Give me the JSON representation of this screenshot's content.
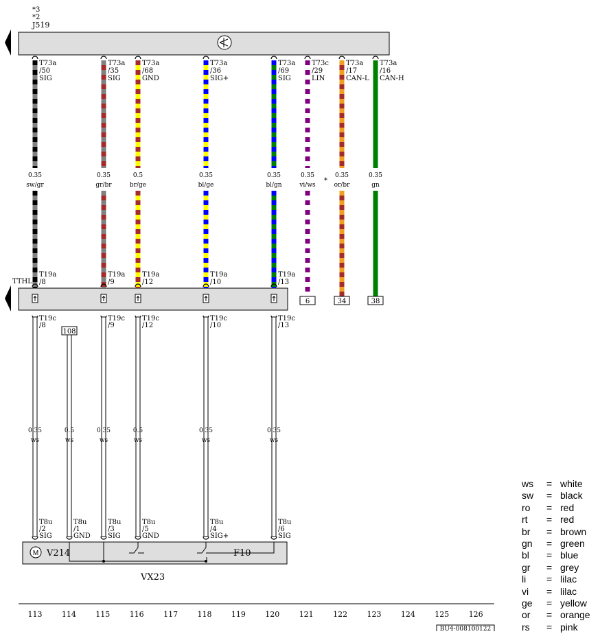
{
  "header": {
    "star3": "*3",
    "star2": "*2",
    "component": "J519"
  },
  "wires": [
    {
      "top_conn": [
        "T73a",
        "/50",
        "SIG"
      ],
      "gauge": "0.35",
      "color": "sw/gr",
      "c1": "#000000",
      "c2": "#808080",
      "bot_conn": [
        "T19a",
        "/8"
      ],
      "low_conn": [
        "T19c",
        "/8"
      ],
      "low_gauge": "0.35",
      "low_color": "ws",
      "end_conn": [
        "T8u",
        "/2",
        "SIG"
      ]
    },
    {
      "top_conn": [
        "T73a",
        "/35",
        "SIG"
      ],
      "gauge": "0.35",
      "color": "gr/br",
      "c1": "#808080",
      "c2": "#a52a2a",
      "bot_conn": [
        "T19a",
        "/9"
      ],
      "low_conn": [
        "T19c",
        "/9"
      ],
      "low_gauge": "0.35",
      "low_color": "ws",
      "end_conn": [
        "T8u",
        "/3",
        "SIG"
      ]
    },
    {
      "top_conn": [
        "T73a",
        "/68",
        "GND"
      ],
      "gauge": "0.5",
      "color": "br/ge",
      "c1": "#a52a2a",
      "c2": "#ffff00",
      "bot_conn": [
        "T19a",
        "/12"
      ],
      "low_conn": [
        "T19c",
        "/12"
      ],
      "low_gauge": "0.5",
      "low_color": "ws",
      "end_conn": [
        "T8u",
        "/5",
        "GND"
      ]
    },
    {
      "top_conn": [
        "T73a",
        "/36",
        "SIG+"
      ],
      "gauge": "0.35",
      "color": "bl/ge",
      "c1": "#0000ff",
      "c2": "#ffff00",
      "bot_conn": [
        "T19a",
        "/10"
      ],
      "low_conn": [
        "T19c",
        "/10"
      ],
      "low_gauge": "0.35",
      "low_color": "ws",
      "end_conn": [
        "T8u",
        "/4",
        "SIG+"
      ]
    },
    {
      "top_conn": [
        "T73a",
        "/69",
        "SIG"
      ],
      "gauge": "0.35",
      "color": "bl/gn",
      "c1": "#0000ff",
      "c2": "#008000",
      "bot_conn": [
        "T19a",
        "/13"
      ],
      "low_conn": [
        "T19c",
        "/13"
      ],
      "low_gauge": "0.35",
      "low_color": "ws",
      "end_conn": [
        "T8u",
        "/6",
        "SIG"
      ]
    },
    {
      "top_conn": [
        "T73c",
        "/29",
        "LIN"
      ],
      "gauge": "0.35",
      "color": "vi/ws",
      "c1": "#800080",
      "c2": "#ffffff",
      "ref": "6"
    },
    {
      "top_conn": [
        "T73a",
        "/17",
        "CAN-L"
      ],
      "gauge": "0.35",
      "color": "or/br",
      "c1": "#f0a020",
      "c2": "#a52a2a",
      "ref": "34"
    },
    {
      "top_conn": [
        "T73a",
        "/16",
        "CAN-H"
      ],
      "gauge": "0.35",
      "color": "gn",
      "c1": "#008000",
      "c2": "#008000",
      "ref": "38"
    }
  ],
  "asterisk": "*",
  "tthl": "TTHL",
  "extra_wire": {
    "ref": "108",
    "gauge": "0.5",
    "color": "ws",
    "end_conn": [
      "T8u",
      "/1",
      "GND"
    ]
  },
  "components": {
    "motor": "V214",
    "sensor": "F10",
    "assembly": "VX23",
    "motor_symbol": "M"
  },
  "columns": [
    "113",
    "114",
    "115",
    "116",
    "117",
    "118",
    "119",
    "120",
    "121",
    "122",
    "123",
    "124",
    "125",
    "126"
  ],
  "ref_code": "BU4-008100122",
  "legend": [
    [
      "ws",
      "=",
      "white"
    ],
    [
      "sw",
      "=",
      "black"
    ],
    [
      "ro",
      "=",
      "red"
    ],
    [
      "rt",
      "=",
      "red"
    ],
    [
      "br",
      "=",
      "brown"
    ],
    [
      "gn",
      "=",
      "green"
    ],
    [
      "bl",
      "=",
      "blue"
    ],
    [
      "gr",
      "=",
      "grey"
    ],
    [
      "li",
      "=",
      "lilac"
    ],
    [
      "vi",
      "=",
      "lilac"
    ],
    [
      "ge",
      "=",
      "yellow"
    ],
    [
      "or",
      "=",
      "orange"
    ],
    [
      "rs",
      "=",
      "pink"
    ]
  ]
}
